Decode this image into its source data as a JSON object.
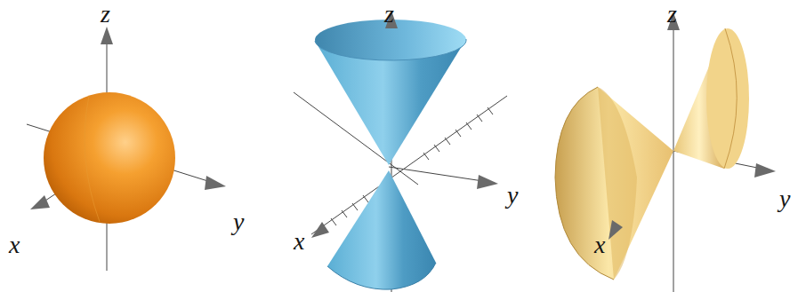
{
  "diagram": {
    "labels": [
      "z",
      "y",
      "x",
      "z",
      "y",
      "x",
      "z",
      "y",
      "x"
    ]
  }
}
